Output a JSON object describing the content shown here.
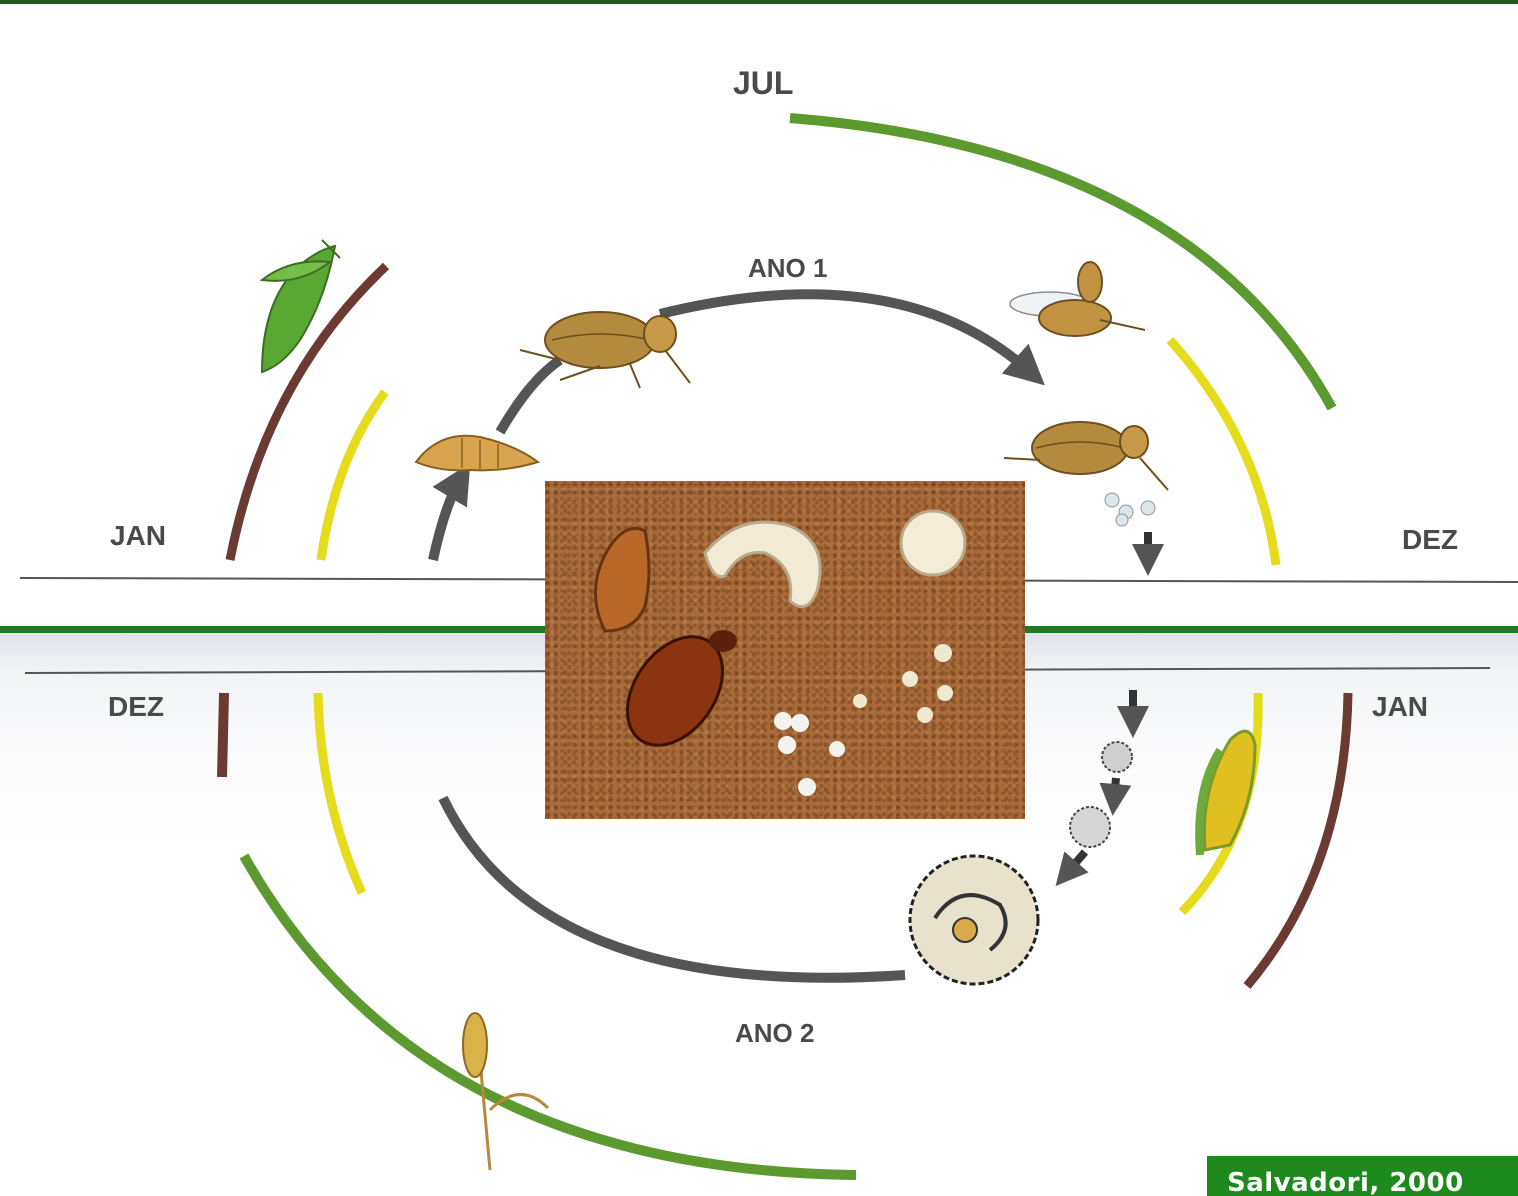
{
  "labels": {
    "jul": "JUL",
    "ano1": "ANO  1",
    "ano2": "ANO 2",
    "jan_top": "JAN",
    "dez_top": "DEZ",
    "dez_bottom": "DEZ",
    "jan_bottom": "JAN"
  },
  "credit": "Salvadori, 2000",
  "colors": {
    "frame_green": "#1f7a1f",
    "crop_green": "#5c9a30",
    "soil_brown": "#6b3a32",
    "yellow": "#e6dc1e",
    "cycle_gray": "#555555",
    "photo_soil": "#a86a3a"
  },
  "icons": {
    "pea_pod": "pea-pod-icon",
    "beetle": "beetle-icon",
    "pupa": "pupa-icon",
    "eggs": "eggs-icon",
    "larva": "larva-icon",
    "corn": "corn-ear-icon",
    "wheat": "wheat-icon"
  }
}
